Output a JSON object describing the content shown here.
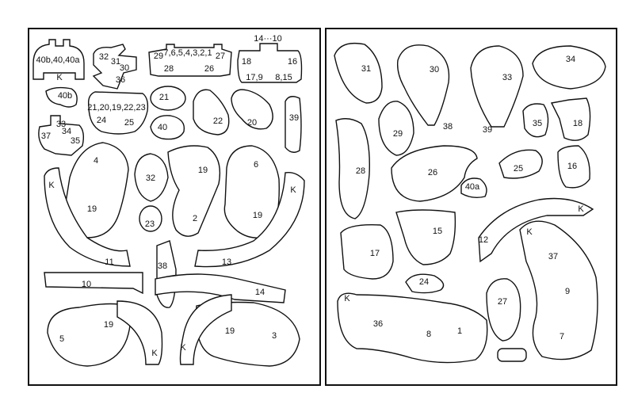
{
  "left": {
    "labels": [
      "40b,40,40a",
      "K",
      "40b",
      "32",
      "31",
      "30",
      "36",
      "29",
      "7,6,5,4,3,2,1",
      "27",
      "28",
      "26",
      "14···10",
      "18",
      "16",
      "17,9",
      "8,15",
      "21,20,19,22,23",
      "24",
      "25",
      "21",
      "40",
      "22",
      "20",
      "39",
      "33",
      "34",
      "35",
      "37",
      "4",
      "19",
      "32",
      "23",
      "19",
      "2",
      "6",
      "19",
      "K",
      "K",
      "11",
      "38",
      "13",
      "10",
      "14",
      "5",
      "19",
      "19",
      "3",
      "K",
      "K"
    ]
  },
  "right": {
    "labels": [
      "31",
      "30",
      "33",
      "34",
      "29",
      "38",
      "39",
      "35",
      "18",
      "28",
      "26",
      "25",
      "16",
      "40a",
      "K",
      "15",
      "17",
      "12",
      "K",
      "37",
      "24",
      "27",
      "9",
      "K",
      "36",
      "8",
      "1",
      "7"
    ]
  }
}
